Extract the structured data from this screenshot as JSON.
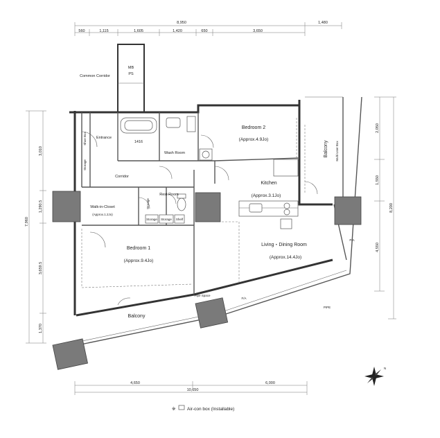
{
  "top_dimensions": {
    "total_left": "8,950",
    "total_right": "1,480",
    "segments": [
      "560",
      "1,115",
      "1,605",
      "1,420",
      "650",
      "3,650"
    ]
  },
  "bottom_dimensions": {
    "left": "4,650",
    "right": "6,000",
    "total": "10,650"
  },
  "left_dimensions": [
    "3,010",
    "1,290.5",
    "3,659.5",
    "1,370"
  ],
  "left_total": "7,960",
  "right_dimensions": [
    "2,050",
    "1,550",
    "4,550"
  ],
  "right_total": "8,200",
  "rooms": {
    "common_corridor": "Common Corridor",
    "mb": "MB",
    "ps": "PS",
    "bedroom2": "Bedroom 2",
    "bedroom2_area": "(Approx.4.9Jo)",
    "entrance": "Entrance",
    "shoe_box": "Shoe Box",
    "size_1416": "1416",
    "wash_room": "Wash Room",
    "storage": "Storage",
    "corridor": "Corridor",
    "rest_room": "Rest Room",
    "kitchen": "Kitchen",
    "kitchen_area": "(Approx.3.1Jo)",
    "balcony_right": "Balcony",
    "multi_user_box": "Multi User Box",
    "walk_in_closet": "Walk-in-Closet",
    "wic_area": "(Approx.1.2Jo)",
    "storage_a": "Storage",
    "storage_b": "Storage",
    "shelf": "Shelf",
    "bedroom1": "Bedroom 1",
    "bedroom1_area": "(Approx.9.4Jo)",
    "living_dining": "Living・Dining Room",
    "living_dining_area": "(Approx.14.4Jo)",
    "pipe_space": "Pipe Space",
    "balcony_bottom": "Balcony",
    "pa": "P/A",
    "fa": "F/A",
    "stor": "Storage",
    "pipe": "PIPE"
  },
  "legend": {
    "marker": "※",
    "text": "Air-con box (Installable)"
  },
  "compass": {
    "label": "N"
  }
}
